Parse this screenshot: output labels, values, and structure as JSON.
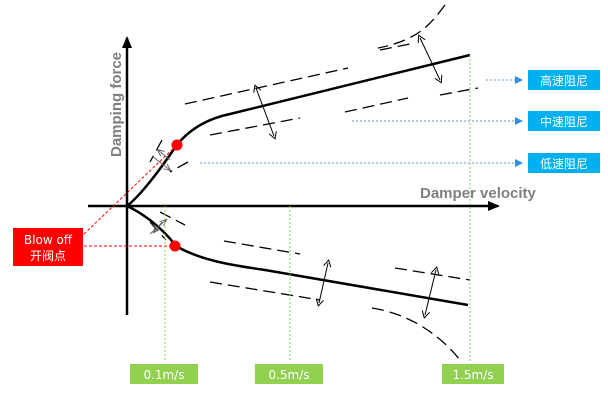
{
  "axes": {
    "x_label": "Damper velocity",
    "y_label": "Damping force"
  },
  "damping_labels": {
    "high": "高速阻尼",
    "mid": "中速阻尼",
    "low": "低速阻尼"
  },
  "blow_off": {
    "line1": "Blow off",
    "line2": "开阀点"
  },
  "speed_ticks": [
    "0.1m/s",
    "0.5m/s",
    "1.5m/s"
  ],
  "colors": {
    "red": "#ff0000",
    "blue_box": "#00b0f0",
    "green_box": "#92d050",
    "axis_text": "#7f7f7f"
  }
}
